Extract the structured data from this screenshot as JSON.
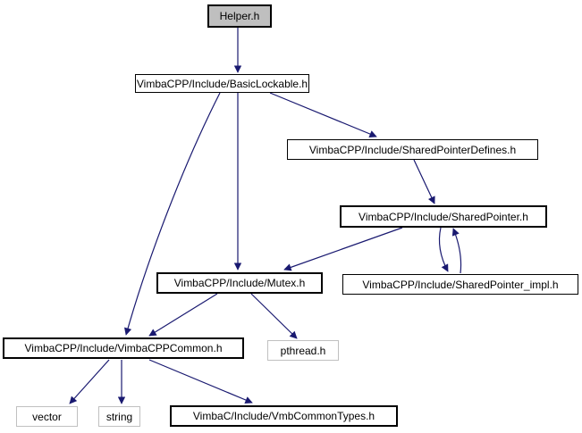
{
  "diagram": {
    "kind": "include-dependency-graph",
    "colors": {
      "edge": "#191970",
      "node_fill": "#ffffff",
      "current_node_fill": "#bfbfbf",
      "node_border": "#000000",
      "external_node_border": "#c0c0c0",
      "background": "#ffffff"
    }
  },
  "nodes": {
    "helper": {
      "label": "Helper.h"
    },
    "basic_lockable": {
      "label": "VimbaCPP/Include/BasicLockable.h"
    },
    "shared_pointer_defines": {
      "label": "VimbaCPP/Include/SharedPointerDefines.h"
    },
    "shared_pointer": {
      "label": "VimbaCPP/Include/SharedPointer.h"
    },
    "shared_pointer_impl": {
      "label": "VimbaCPP/Include/SharedPointer_impl.h"
    },
    "mutex": {
      "label": "VimbaCPP/Include/Mutex.h"
    },
    "vimba_cpp_common": {
      "label": "VimbaCPP/Include/VimbaCPPCommon.h"
    },
    "pthread": {
      "label": "pthread.h"
    },
    "vector": {
      "label": "vector"
    },
    "string": {
      "label": "string"
    },
    "vmb_common_types": {
      "label": "VimbaC/Include/VmbCommonTypes.h"
    }
  },
  "edges": [
    {
      "from": "helper",
      "to": "basic_lockable"
    },
    {
      "from": "basic_lockable",
      "to": "shared_pointer_defines"
    },
    {
      "from": "basic_lockable",
      "to": "mutex"
    },
    {
      "from": "basic_lockable",
      "to": "vimba_cpp_common"
    },
    {
      "from": "shared_pointer_defines",
      "to": "shared_pointer"
    },
    {
      "from": "shared_pointer",
      "to": "mutex"
    },
    {
      "from": "shared_pointer",
      "to": "shared_pointer_impl"
    },
    {
      "from": "shared_pointer_impl",
      "to": "shared_pointer"
    },
    {
      "from": "mutex",
      "to": "vimba_cpp_common"
    },
    {
      "from": "mutex",
      "to": "pthread"
    },
    {
      "from": "vimba_cpp_common",
      "to": "vector"
    },
    {
      "from": "vimba_cpp_common",
      "to": "string"
    },
    {
      "from": "vimba_cpp_common",
      "to": "vmb_common_types"
    }
  ]
}
